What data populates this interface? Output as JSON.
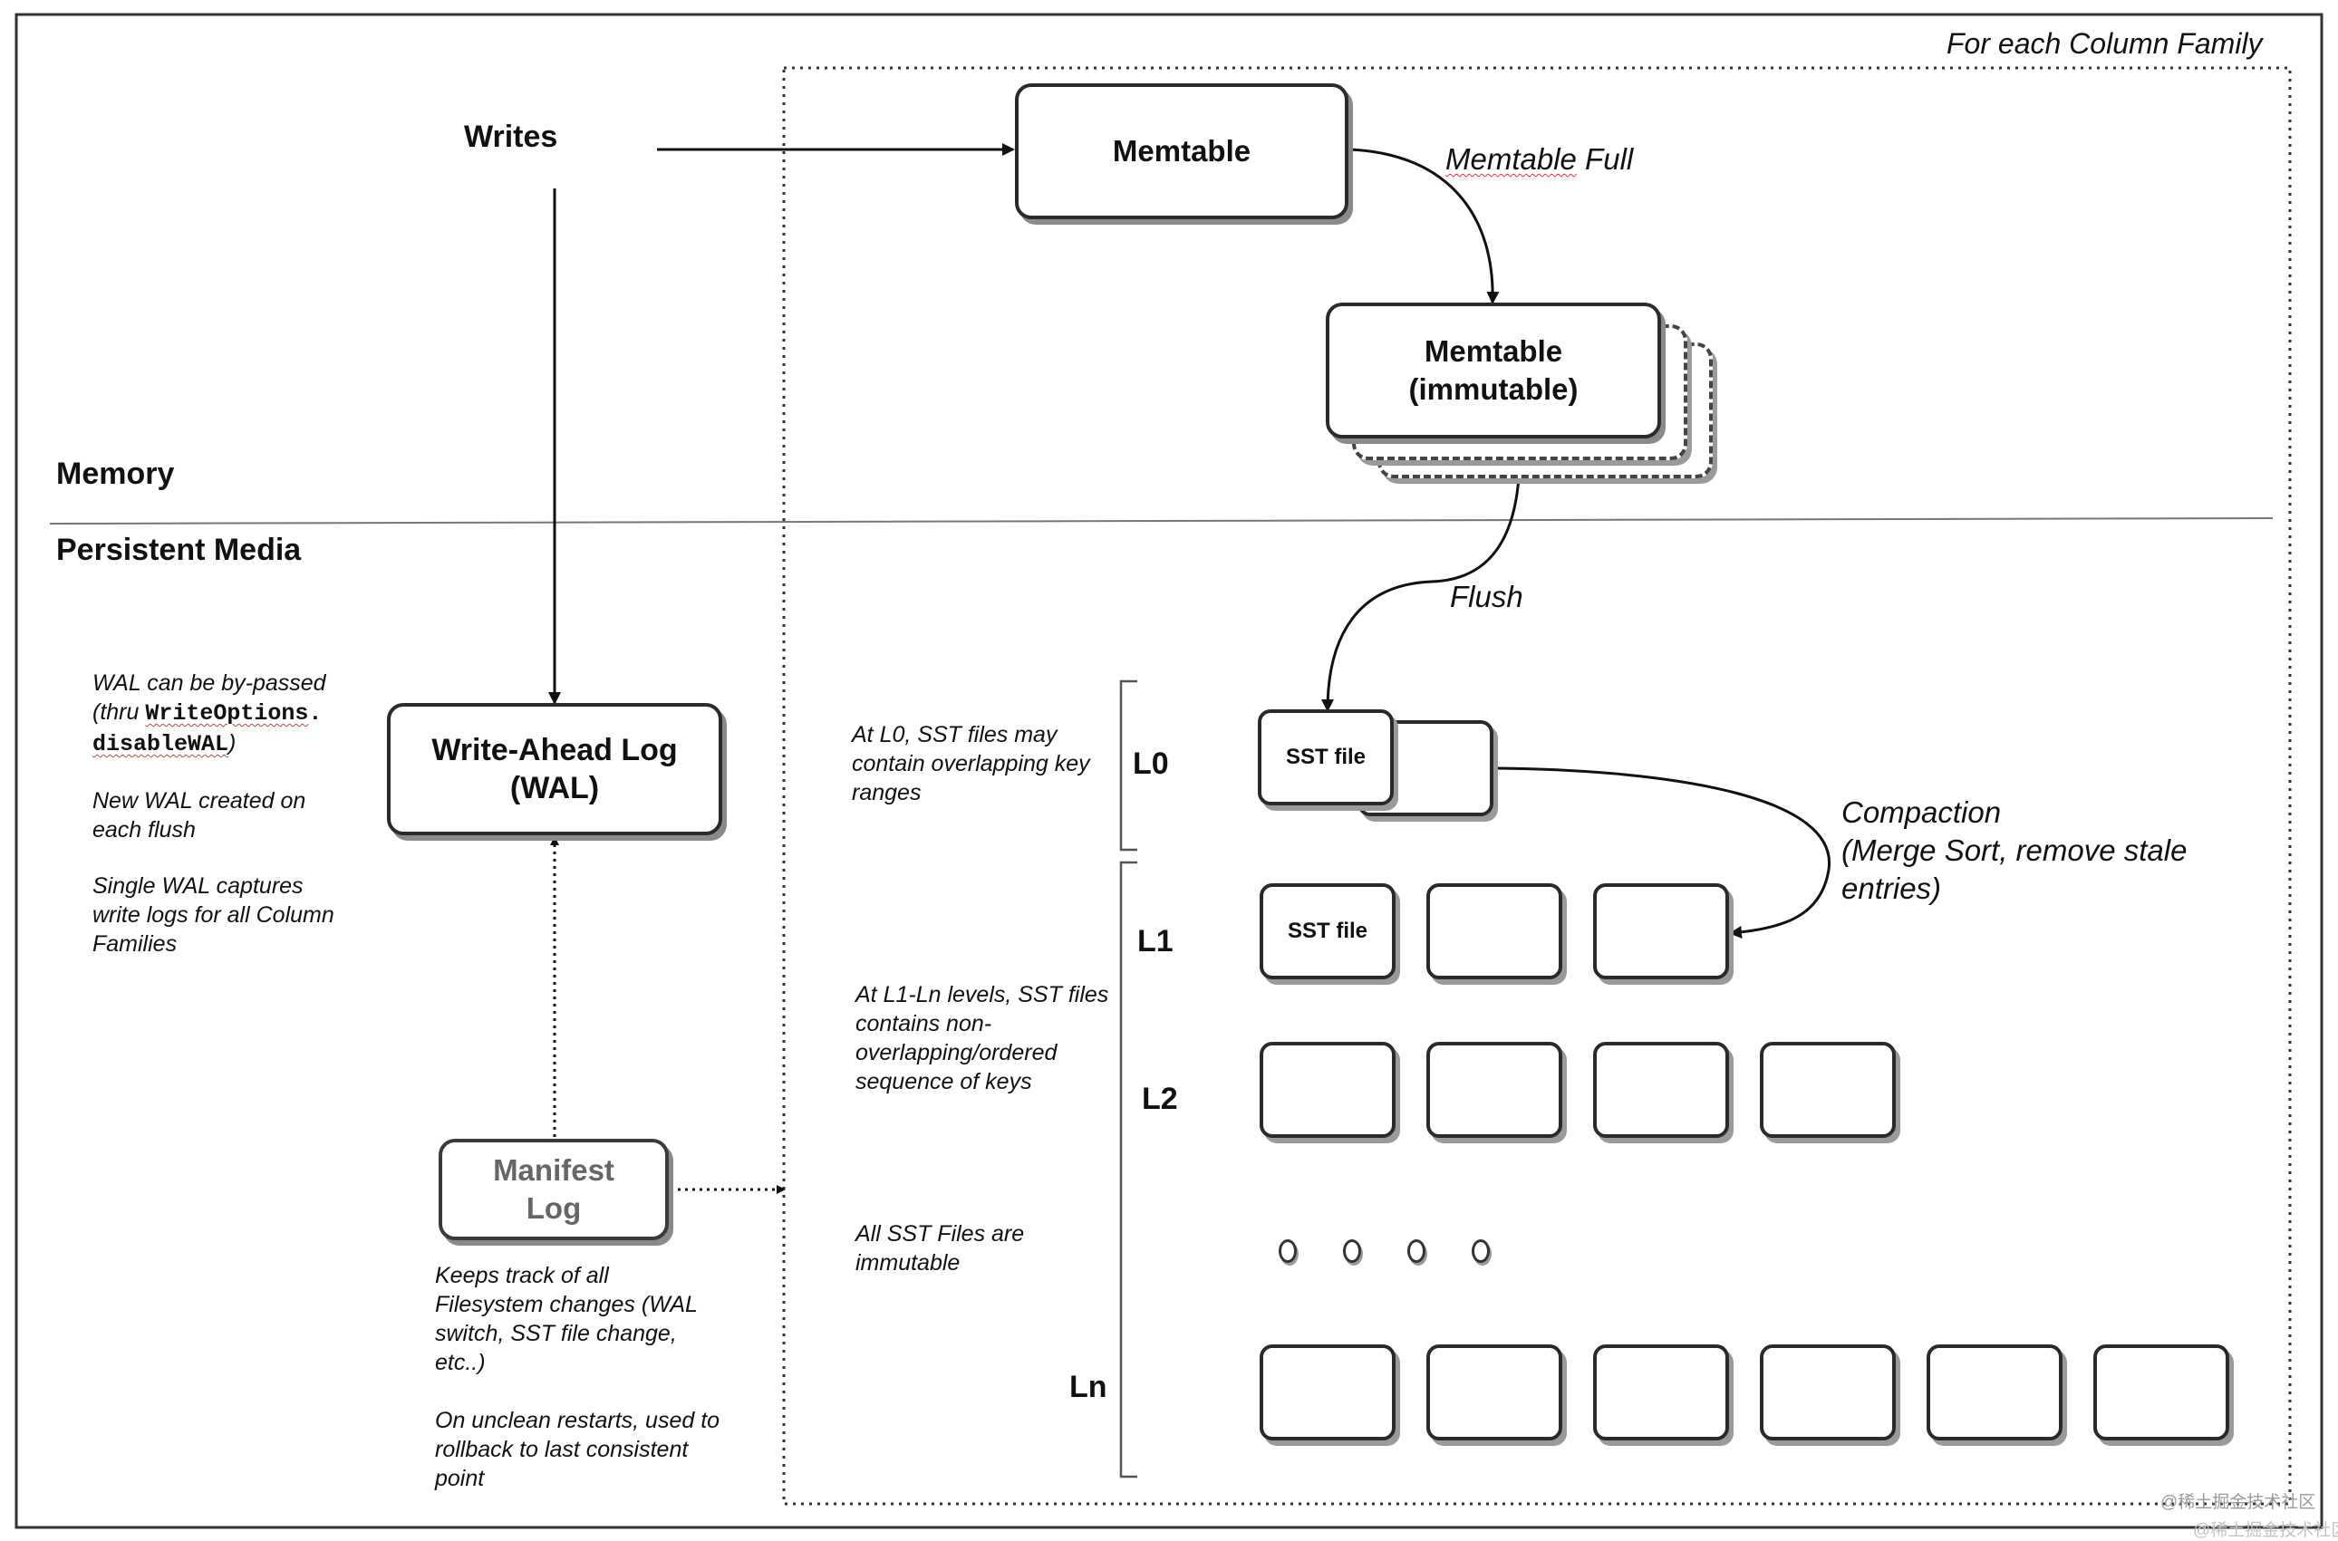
{
  "frame": {
    "cf_title": "For each Column Family",
    "memory_label": "Memory",
    "persistent_label": "Persistent Media"
  },
  "writes": {
    "label": "Writes"
  },
  "memtable": {
    "label": "Memtable",
    "full_label_word": "Memtable",
    "full_label_rest": " Full"
  },
  "immutable": {
    "line1": "Memtable",
    "line2": "(immutable)"
  },
  "flush": {
    "label": "Flush"
  },
  "wal": {
    "line1": "Write-Ahead Log",
    "line2": "(WAL)",
    "notes": {
      "n1_line1": "WAL can be by-passed",
      "n1_line2_prefix": "(thru ",
      "n1_code1": "WriteOptions",
      "n1_dot": ".",
      "n1_code2": "disableWAL",
      "n1_close": ")",
      "n2_line1": "New WAL created on",
      "n2_line2": "each flush",
      "n3_line1": "Single WAL captures",
      "n3_line2": "write logs for all Column",
      "n3_line3": "Families"
    }
  },
  "manifest": {
    "line1": "Manifest",
    "line2": "Log",
    "notes": {
      "l1": "Keeps track of all",
      "l2": "Filesystem changes (WAL",
      "l3": "switch, SST file change,",
      "l4": "etc..)",
      "l5": "On unclean restarts, used to",
      "l6": "rollback to last consistent",
      "l7": "point"
    }
  },
  "levels": {
    "l0": "L0",
    "l1": "L1",
    "l2": "L2",
    "ln": "Ln",
    "l0_note": {
      "a": "At L0, SST files may",
      "b": "contain overlapping key",
      "c": "ranges"
    },
    "ln_note": {
      "a": "At L1-Ln levels, SST files",
      "b": "contains non-",
      "c": "overlapping/ordered",
      "d": "sequence of keys"
    },
    "imm_note": {
      "a": "All SST Files are",
      "b": "immutable"
    }
  },
  "sst": {
    "label": "SST file"
  },
  "compaction": {
    "line1": "Compaction",
    "line2": "(Merge Sort, remove stale",
    "line3": "entries)"
  },
  "watermark": {
    "line1": "@稀土掘金技术社区",
    "line2": "@稀土掘金技术社区"
  }
}
